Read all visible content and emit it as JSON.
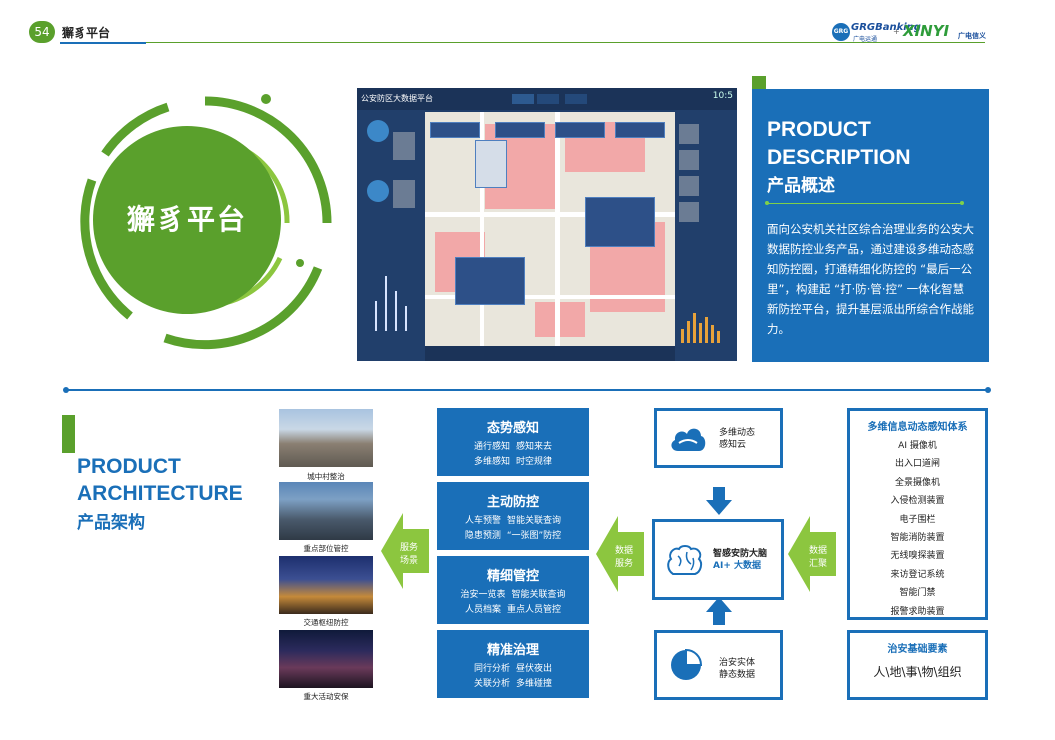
{
  "header": {
    "page_number": "54",
    "title": "獬豸平台"
  },
  "logos": {
    "grg_name": "GRGBanking",
    "grg_sub": "广电运通",
    "xinyi_name": "XINYI",
    "xinyi_sub": "广电信义",
    "plus": "+"
  },
  "hero": {
    "title": "獬豸平台"
  },
  "screenshot": {
    "app_title": "公安防区大数据平台",
    "time": "10:5"
  },
  "description": {
    "heading_en_1": "PRODUCT",
    "heading_en_2": "DESCRIPTION",
    "heading_cn": "产品概述",
    "body": "面向公安机关社区综合治理业务的公安大数据防控业务产品，通过建设多维动态感知防控圈，打通精细化防控的 “最后一公里”，构建起 “打·防·管·控” 一体化智慧新防控平台，提升基层派出所综合作战能力。"
  },
  "architecture": {
    "heading_en_1": "PRODUCT",
    "heading_en_2": "ARCHITECTURE",
    "heading_cn": "产品架构",
    "scenes": [
      {
        "caption": "城中村整治"
      },
      {
        "caption": "重点部位管控"
      },
      {
        "caption": "交通枢纽防控"
      },
      {
        "caption": "重大活动安保"
      }
    ],
    "arrows": {
      "service_scene": [
        "服务",
        "场景"
      ],
      "data_service": [
        "数据",
        "服务"
      ],
      "data_gather": [
        "数据",
        "汇聚"
      ]
    },
    "capabilities": [
      {
        "title": "态势感知",
        "row1": [
          "通行感知",
          "感知来去"
        ],
        "row2": [
          "多维感知",
          "时空规律"
        ]
      },
      {
        "title": "主动防控",
        "row1": [
          "人车预警",
          "智能关联查询"
        ],
        "row2": [
          "隐患预测",
          "“一张图”防控"
        ]
      },
      {
        "title": "精细管控",
        "row1": [
          "治安一览表",
          "智能关联查询"
        ],
        "row2": [
          "人员档案",
          "重点人员管控"
        ]
      },
      {
        "title": "精准治理",
        "row1": [
          "同行分析",
          "昼伏夜出"
        ],
        "row2": [
          "关联分析",
          "多维碰撞"
        ]
      }
    ],
    "center": {
      "cloud": [
        "多维动态",
        "感知云"
      ],
      "brain": [
        "智感安防大脑",
        "AI+ 大数据"
      ],
      "entity": [
        "治安实体",
        "静态数据"
      ]
    },
    "sensing": {
      "title": "多维信息动态感知体系",
      "items": [
        "AI 摄像机",
        "出入口道闸",
        "全景摄像机",
        "入侵检测装置",
        "电子围栏",
        "智能消防装置",
        "无线嗅探装置",
        "来访登记系统",
        "智能门禁",
        "报警求助装置"
      ]
    },
    "base": {
      "title": "治安基础要素",
      "items": "人\\地\\事\\物\\组织"
    }
  },
  "colors": {
    "blue": "#1a6fb8",
    "green": "#5aa02c",
    "light_green": "#8cc63f"
  }
}
